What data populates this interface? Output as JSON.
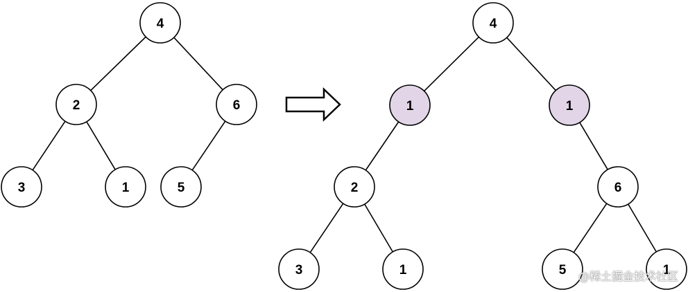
{
  "colors": {
    "stroke": "#000000",
    "node_fill": "#ffffff",
    "highlight_fill": "#e1d5e7",
    "text": "#000000"
  },
  "left_tree": {
    "nodes": [
      {
        "id": "a4",
        "label": "4",
        "highlight": false
      },
      {
        "id": "a2",
        "label": "2",
        "highlight": false
      },
      {
        "id": "a6",
        "label": "6",
        "highlight": false
      },
      {
        "id": "a3",
        "label": "3",
        "highlight": false
      },
      {
        "id": "a1",
        "label": "1",
        "highlight": false
      },
      {
        "id": "a5",
        "label": "5",
        "highlight": false
      }
    ],
    "edges": [
      [
        "a4",
        "a2"
      ],
      [
        "a4",
        "a6"
      ],
      [
        "a2",
        "a3"
      ],
      [
        "a2",
        "a1"
      ],
      [
        "a6",
        "a5"
      ]
    ]
  },
  "arrow": {
    "icon": "right-arrow-icon"
  },
  "right_tree": {
    "nodes": [
      {
        "id": "b4",
        "label": "4",
        "highlight": false
      },
      {
        "id": "b1l",
        "label": "1",
        "highlight": true
      },
      {
        "id": "b1r",
        "label": "1",
        "highlight": true
      },
      {
        "id": "b2",
        "label": "2",
        "highlight": false
      },
      {
        "id": "b6",
        "label": "6",
        "highlight": false
      },
      {
        "id": "b3",
        "label": "3",
        "highlight": false
      },
      {
        "id": "b1a",
        "label": "1",
        "highlight": false
      },
      {
        "id": "b5",
        "label": "5",
        "highlight": false
      },
      {
        "id": "b1b",
        "label": "1",
        "highlight": false
      }
    ],
    "edges": [
      [
        "b4",
        "b1l"
      ],
      [
        "b4",
        "b1r"
      ],
      [
        "b1l",
        "b2"
      ],
      [
        "b1r",
        "b6"
      ],
      [
        "b2",
        "b3"
      ],
      [
        "b2",
        "b1a"
      ],
      [
        "b6",
        "b5"
      ],
      [
        "b6",
        "b1b"
      ]
    ]
  },
  "watermark": "@稀土掘金技术社区"
}
